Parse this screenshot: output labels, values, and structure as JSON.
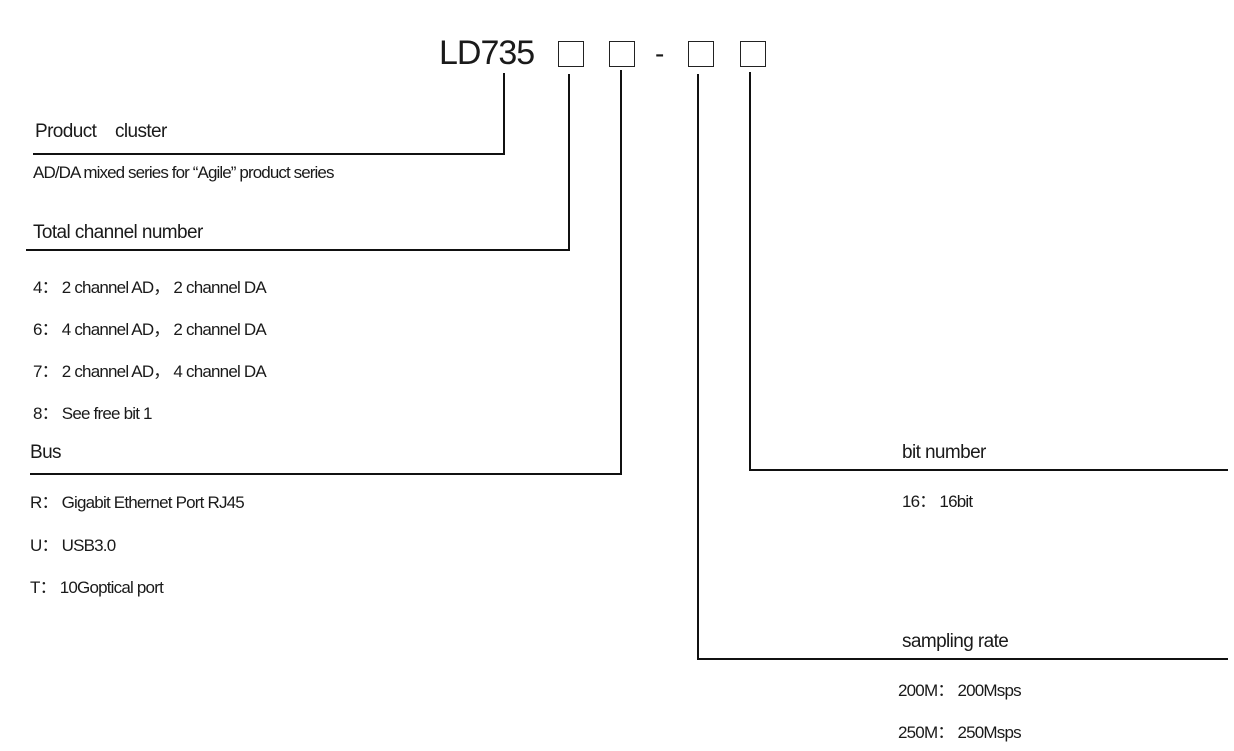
{
  "part_number": {
    "prefix": "LD735",
    "separator": "-",
    "slots": [
      "total-channel-number",
      "bus",
      "sampling-rate",
      "bit-number"
    ]
  },
  "sections": {
    "product_cluster": {
      "heading": "Product    cluster",
      "description": "AD/DA mixed series for “Agile” product series"
    },
    "total_channel_number": {
      "heading": "Total channel number",
      "items": [
        "4： 2 channel AD， 2 channel DA",
        "6： 4 channel AD， 2 channel DA",
        "7： 2 channel AD， 4 channel DA",
        "8： See free bit 1"
      ]
    },
    "bus": {
      "heading": "Bus",
      "items": [
        "R： Gigabit Ethernet Port RJ45",
        "U： USB3.0",
        "T： 10Goptical port"
      ]
    },
    "bit_number": {
      "heading": "bit number",
      "items": [
        "16： 16bit"
      ]
    },
    "sampling_rate": {
      "heading": "sampling rate",
      "items": [
        "200M： 200Msps",
        "250M： 250Msps"
      ]
    }
  }
}
